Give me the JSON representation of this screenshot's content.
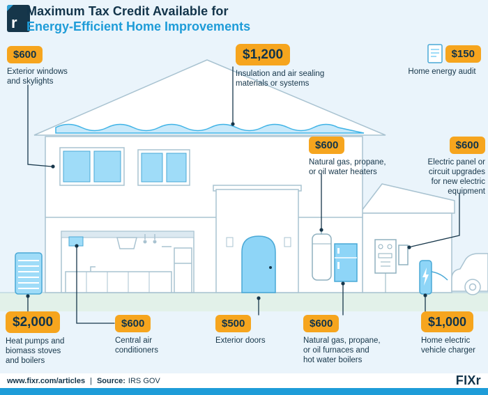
{
  "header": {
    "logo_letter": "r",
    "title_line1": "Maximum Tax Credit Available for",
    "title_line2": "Energy-Efficient Home Improvements"
  },
  "badges": [
    {
      "amount": "$600",
      "label": "Exterior windows\nand skylights"
    },
    {
      "amount": "$1,200",
      "label": "Insulation and air sealing\nmaterials or systems"
    },
    {
      "amount": "$150",
      "label": "Home energy audit"
    },
    {
      "amount": "$600",
      "label": "Natural gas, propane,\nor oil water heaters"
    },
    {
      "amount": "$600",
      "label": "Electric panel or\ncircuit upgrades\nfor new electric\nequipment"
    },
    {
      "amount": "$2,000",
      "label": "Heat pumps and\nbiomass stoves\nand boilers"
    },
    {
      "amount": "$600",
      "label": "Central air\nconditioners"
    },
    {
      "amount": "$500",
      "label": "Exterior doors"
    },
    {
      "amount": "$600",
      "label": "Natural gas, propane,\nor oil furnaces and\nhot water boilers"
    },
    {
      "amount": "$1,000",
      "label": "Home electric\nvehicle charger"
    }
  ],
  "footer": {
    "url": "www.fixr.com/articles",
    "separator": "|",
    "source_label": "Source:",
    "source_value": "IRS GOV",
    "brand": "FIXr"
  },
  "colors": {
    "badge_orange": "#F6A51E",
    "navy": "#16364A",
    "accent_blue": "#1E9CD8",
    "background": "#EAF4FB",
    "ground_green": "#E2F1E9",
    "house_line": "#A9C3D1",
    "fill_blue": "#8ED5F7"
  }
}
